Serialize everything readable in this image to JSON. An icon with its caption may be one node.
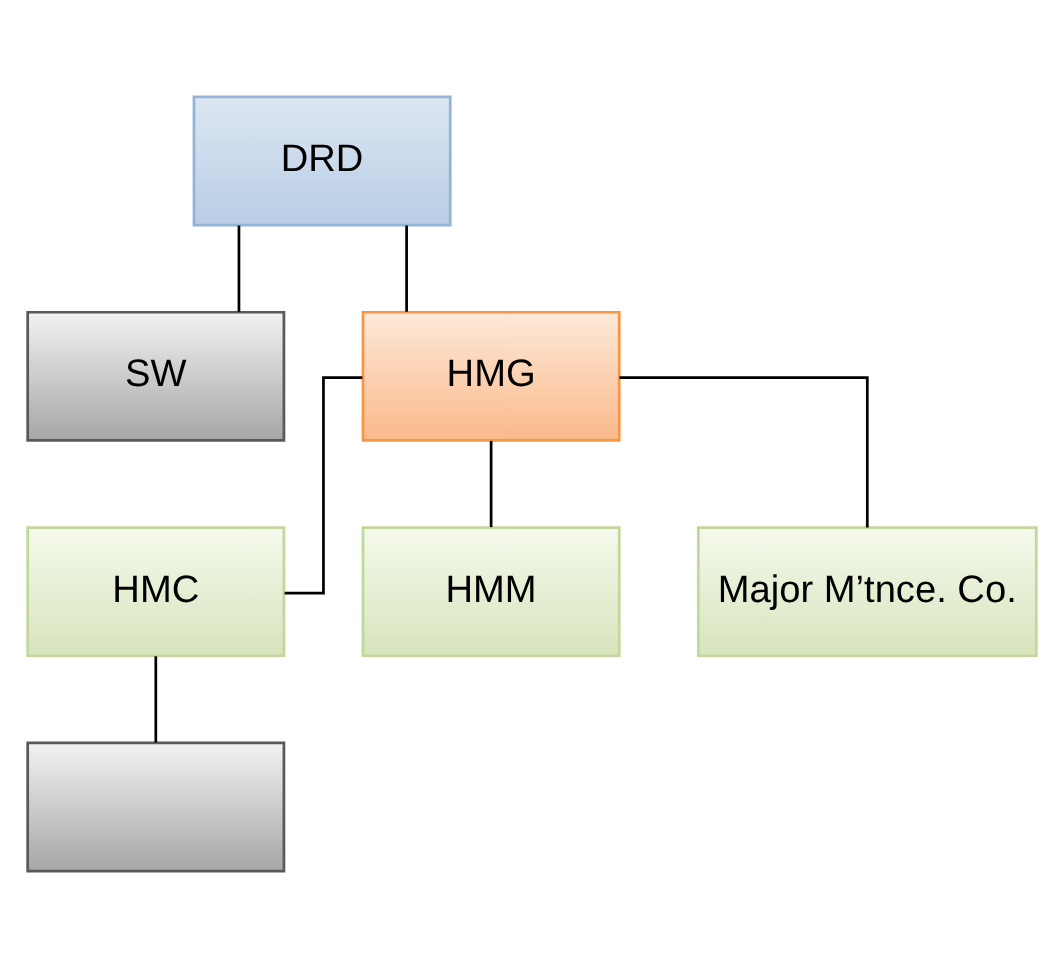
{
  "diagram": {
    "nodes": [
      {
        "text": [
          "DRD"
        ]
      },
      {
        "text": [
          "SW"
        ]
      },
      {
        "text": [
          "HMG"
        ]
      },
      {
        "text": [
          "HMC"
        ]
      },
      {
        "text": [
          "HMM"
        ]
      },
      {
        "text": [
          "Major M’tnce. Co."
        ]
      },
      {
        "text": [],
        "shape": "box"
      }
    ],
    "edges": [
      {
        "from": 0,
        "to": 2,
        "arrow": "none"
      },
      {
        "from": 0,
        "to": 1,
        "arrow": "none"
      },
      {
        "from": 2,
        "to": 3,
        "arrow": "none"
      },
      {
        "from": 2,
        "to": 4,
        "arrow": "none"
      },
      {
        "from": 2,
        "to": 5,
        "arrow": "none"
      },
      {
        "from": 3,
        "to": 6,
        "arrow": "none"
      }
    ]
  }
}
